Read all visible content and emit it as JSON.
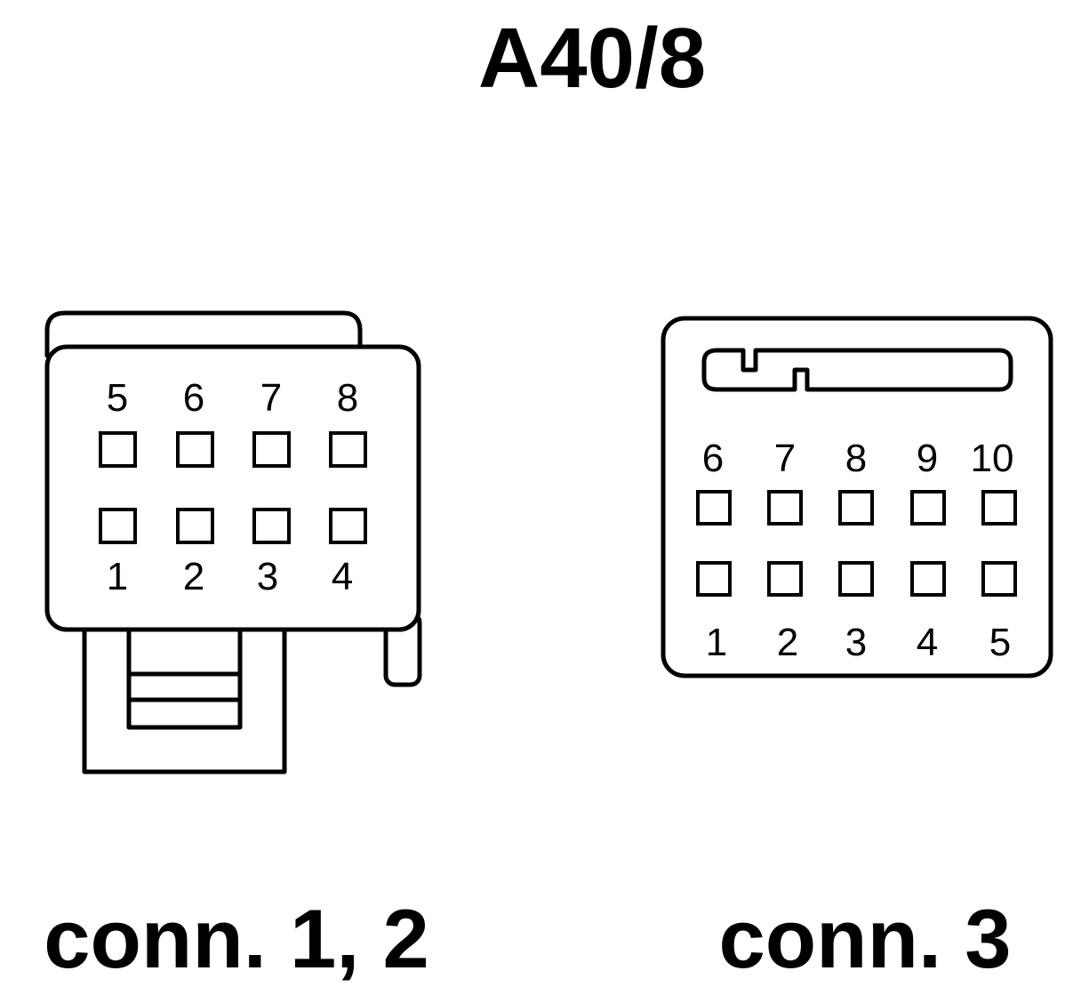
{
  "title": "A40/8",
  "connectors": [
    {
      "caption": "conn. 1, 2",
      "top_pins": [
        "5",
        "6",
        "7",
        "8"
      ],
      "bottom_pins": [
        "1",
        "2",
        "3",
        "4"
      ]
    },
    {
      "caption": "conn. 3",
      "top_pins": [
        "6",
        "7",
        "8",
        "9",
        "10"
      ],
      "bottom_pins": [
        "1",
        "2",
        "3",
        "4",
        "5"
      ]
    }
  ]
}
